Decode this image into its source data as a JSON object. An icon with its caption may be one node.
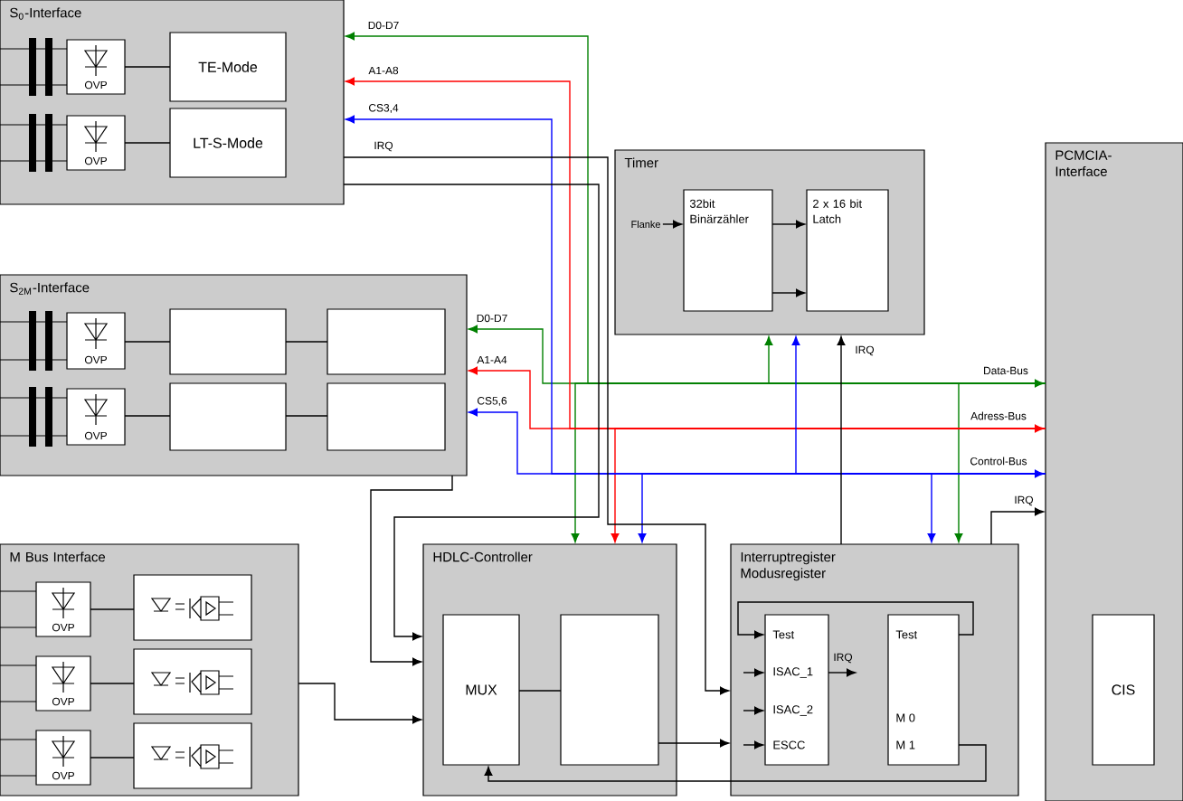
{
  "diagram": {
    "nodes": [
      {
        "text": [
          "S$_{0}$-Interface"
        ]
      },
      {
        "text": [
          "OVP"
        ],
        "in": 0
      },
      {
        "text": [
          "TE-Mode"
        ],
        "in": 0
      },
      {
        "text": [
          "OVP"
        ],
        "in": 0
      },
      {
        "text": [
          "LT-S-Mode"
        ],
        "in": 0
      },
      {
        "text": [
          "S$_{2M}$-Interface"
        ]
      },
      {
        "text": [
          "OVP"
        ],
        "in": 5
      },
      {
        "text": [],
        "shape": "box",
        "in": 5
      },
      {
        "text": [],
        "shape": "box",
        "in": 5
      },
      {
        "text": [
          "OVP"
        ],
        "in": 5
      },
      {
        "text": [],
        "shape": "box",
        "in": 5
      },
      {
        "text": [],
        "shape": "box",
        "in": 5
      },
      {
        "text": [
          "Timer"
        ]
      },
      {
        "text": [
          "32bit Binärzähler"
        ],
        "in": 12
      },
      {
        "text": [
          "2 x 16 bit Latch"
        ],
        "in": 12
      },
      {
        "text": [
          "PCMCIA-Interface"
        ]
      },
      {
        "text": [
          "CIS"
        ],
        "in": 15
      },
      {
        "text": [
          "M Bus Interface"
        ]
      },
      {
        "text": [
          "OVP"
        ],
        "in": 17
      },
      {
        "text": [],
        "shape": "box",
        "in": 17
      },
      {
        "text": [
          "OVP"
        ],
        "in": 17
      },
      {
        "text": [],
        "shape": "box",
        "in": 17
      },
      {
        "text": [
          "OVP"
        ],
        "in": 17
      },
      {
        "text": [],
        "shape": "box",
        "in": 17
      },
      {
        "text": [
          "HDLC-Controller"
        ]
      },
      {
        "text": [
          "MUX"
        ],
        "in": 24
      },
      {
        "text": [],
        "shape": "box",
        "in": 24
      },
      {
        "text": [
          "Interruptregister Modusregister"
        ]
      },
      {
        "text": [
          "Test",
          "ISAC_1",
          "ISAC_2",
          "ESCC"
        ],
        "in": 27
      },
      {
        "text": [
          "Test",
          "M 0",
          "M 1"
        ],
        "in": 27
      },
      {
        "text": [
          "Flanke"
        ],
        "in": 12
      }
    ],
    "edges": [
      {
        "from": 1,
        "to": 2,
        "arrow": "none"
      },
      {
        "from": 3,
        "to": 4,
        "arrow": "none"
      },
      {
        "from": 6,
        "to": 7,
        "arrow": "none"
      },
      {
        "from": 7,
        "to": 8,
        "arrow": "none"
      },
      {
        "from": 9,
        "to": 10,
        "arrow": "none"
      },
      {
        "from": 10,
        "to": 11,
        "arrow": "none"
      },
      {
        "from": 18,
        "to": 19,
        "arrow": "none"
      },
      {
        "from": 20,
        "to": 21,
        "arrow": "none"
      },
      {
        "from": 22,
        "to": 23,
        "arrow": "none"
      },
      {
        "from": 30,
        "to": 13,
        "arrow": "to"
      },
      {
        "from": 13,
        "to": 14,
        "arrow": "to"
      },
      {
        "from": 13,
        "to": 14,
        "arrow": "to"
      },
      {
        "from": 15,
        "to": 0,
        "arrow": "to",
        "label": "D0-D7",
        "color": "#008000"
      },
      {
        "from": 15,
        "to": 5,
        "arrow": "to",
        "label": "D0-D7",
        "color": "#008000"
      },
      {
        "from": 15,
        "to": 12,
        "arrow": "to",
        "color": "#008000"
      },
      {
        "from": 15,
        "to": 24,
        "arrow": "to",
        "color": "#008000"
      },
      {
        "from": 15,
        "to": 27,
        "arrow": "both",
        "label": "Data-Bus",
        "color": "#008000"
      },
      {
        "from": 15,
        "to": 0,
        "arrow": "to",
        "label": "A1-A8",
        "color": "#ff0000"
      },
      {
        "from": 15,
        "to": 5,
        "arrow": "to",
        "label": "A1-A4",
        "color": "#ff0000"
      },
      {
        "from": 15,
        "to": 24,
        "arrow": "both",
        "label": "Adress-Bus",
        "color": "#ff0000"
      },
      {
        "from": 15,
        "to": 0,
        "arrow": "to",
        "label": "CS3,4",
        "color": "#0000ff"
      },
      {
        "from": 15,
        "to": 5,
        "arrow": "to",
        "label": "CS5,6",
        "color": "#0000ff"
      },
      {
        "from": 15,
        "to": 12,
        "arrow": "to",
        "color": "#0000ff"
      },
      {
        "from": 15,
        "to": 24,
        "arrow": "to",
        "color": "#0000ff"
      },
      {
        "from": 15,
        "to": 27,
        "arrow": "both",
        "label": "Control-Bus",
        "color": "#0000ff"
      },
      {
        "from": 0,
        "to": 27,
        "arrow": "to",
        "label": "IRQ"
      },
      {
        "from": 0,
        "to": 24,
        "arrow": "to"
      },
      {
        "from": 5,
        "to": 24,
        "arrow": "to"
      },
      {
        "from": 17,
        "to": 24,
        "arrow": "to"
      },
      {
        "from": 25,
        "to": 26,
        "arrow": "none"
      },
      {
        "from": 26,
        "to": 27,
        "arrow": "to"
      },
      {
        "from": 29,
        "to": 25,
        "arrow": "to"
      },
      {
        "from": 29,
        "to": 28,
        "arrow": "to"
      },
      {
        "from": null,
        "to": 28,
        "arrow": "to"
      },
      {
        "from": null,
        "to": 28,
        "arrow": "to"
      },
      {
        "from": null,
        "to": 28,
        "arrow": "to"
      },
      {
        "from": 28,
        "to": null,
        "arrow": "to",
        "label": "IRQ"
      },
      {
        "from": 27,
        "to": 12,
        "arrow": "to",
        "label": "IRQ"
      },
      {
        "from": 27,
        "to": 15,
        "arrow": "to",
        "label": "IRQ"
      }
    ]
  }
}
